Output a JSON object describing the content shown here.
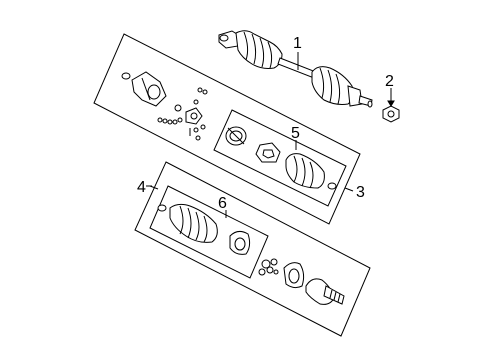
{
  "diagram": {
    "callouts": [
      {
        "id": "1",
        "text": "1"
      },
      {
        "id": "2",
        "text": "2"
      },
      {
        "id": "3",
        "text": "3"
      },
      {
        "id": "4",
        "text": "4"
      },
      {
        "id": "5",
        "text": "5"
      },
      {
        "id": "6",
        "text": "6"
      }
    ],
    "colors": {
      "line": "#000000",
      "background": "#ffffff"
    }
  }
}
